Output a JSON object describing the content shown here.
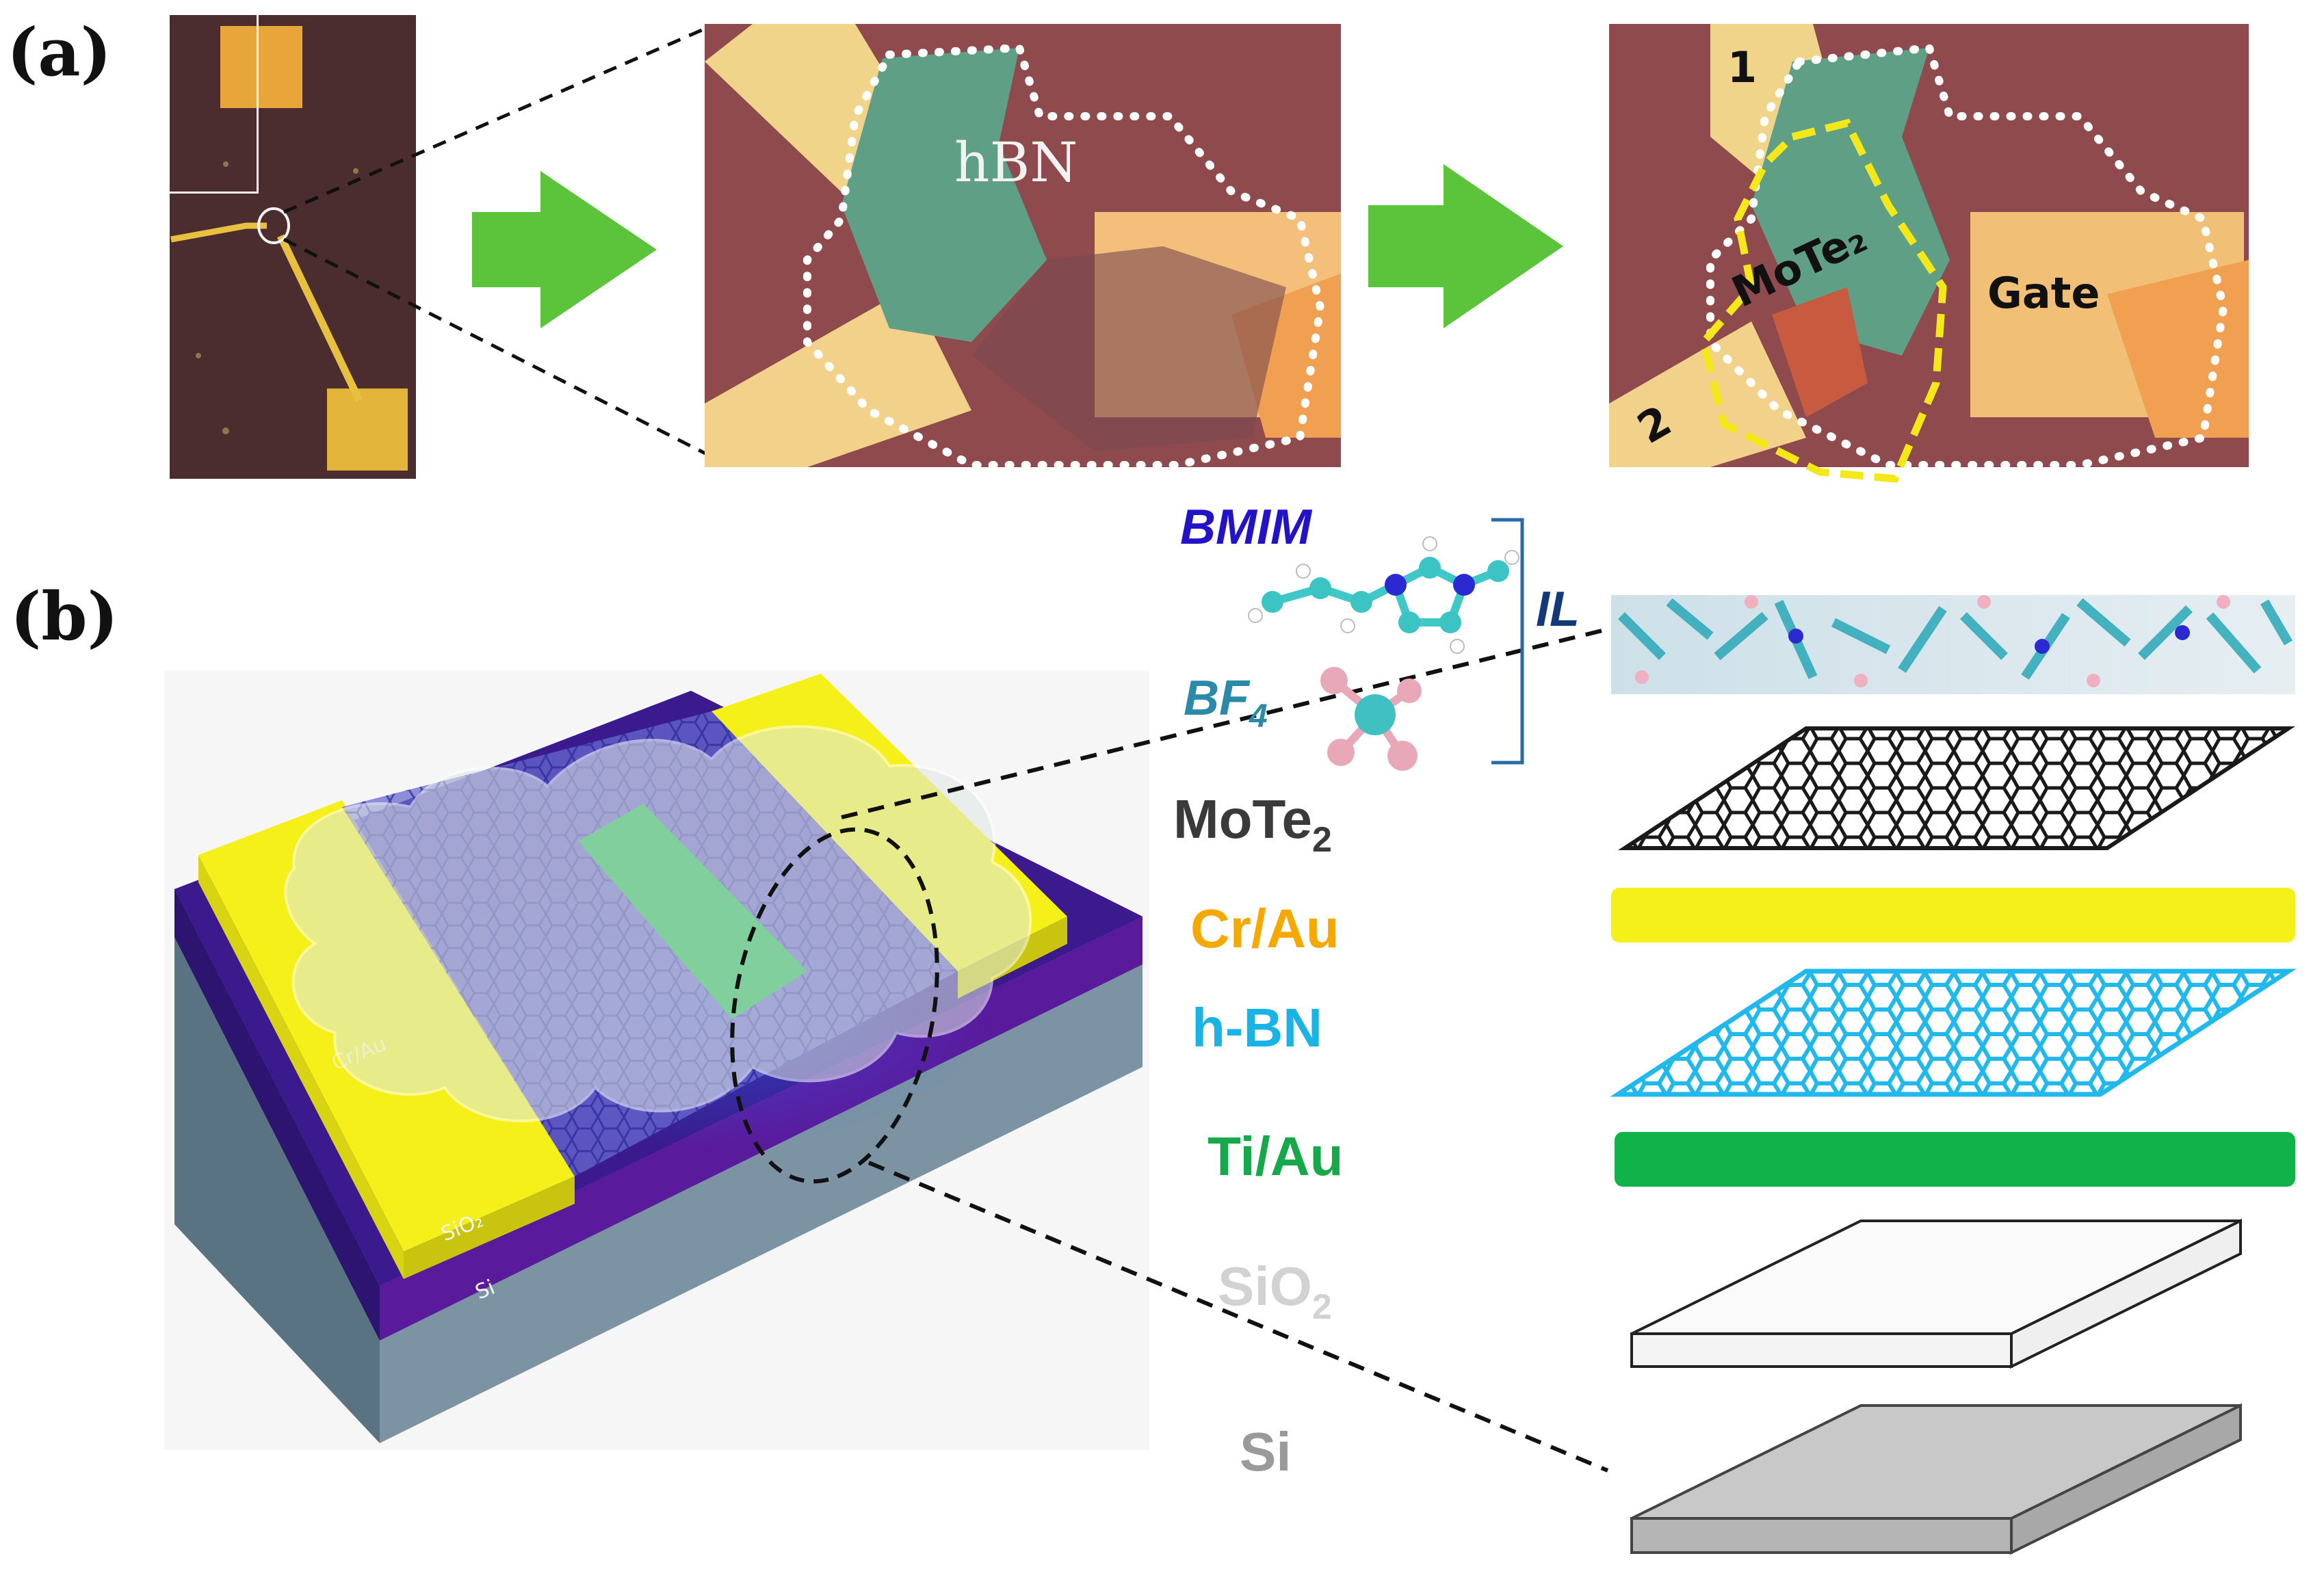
{
  "panels": {
    "a": "(a)",
    "b": "(b)"
  },
  "micrographs": {
    "hbn_label": "hBN",
    "contact_1": "1",
    "contact_2": "2",
    "mote2_label": "MoTe₂",
    "gate_label": "Gate"
  },
  "ionic_liquid": {
    "cation": "BMIM",
    "anion": "BF",
    "anion_sub": "4",
    "bracket_label": "IL"
  },
  "layers": [
    {
      "key": "mote2",
      "main": "MoTe",
      "sub": "2",
      "color": "#3a3a3a"
    },
    {
      "key": "crau",
      "main": "Cr/Au",
      "sub": "",
      "color": "#f5a800"
    },
    {
      "key": "hbn",
      "main": "h-BN",
      "sub": "",
      "color": "#19b3e6"
    },
    {
      "key": "tiau",
      "main": "Ti/Au",
      "sub": "",
      "color": "#16a84a"
    },
    {
      "key": "sio2",
      "main": "SiO",
      "sub": "2",
      "color": "#d2d2d2"
    },
    {
      "key": "si",
      "main": "Si",
      "sub": "",
      "color": "#9a9a9a"
    }
  ],
  "device_tags": {
    "sio2": "SiO₂",
    "si": "Si",
    "crau": "Cr/Au"
  },
  "colors": {
    "arrow": "#5cc43a",
    "gold": "#f2c84a",
    "substrate_dark": "#4a2b2e",
    "chip_bg": "#8c4a4c",
    "flake_teal": "#5f9f86",
    "yellow_electrode": "#f5f01a",
    "sio2_purple": "#3a1a8c",
    "si_grey": "#6f8796",
    "green_gate": "#12b24a"
  }
}
